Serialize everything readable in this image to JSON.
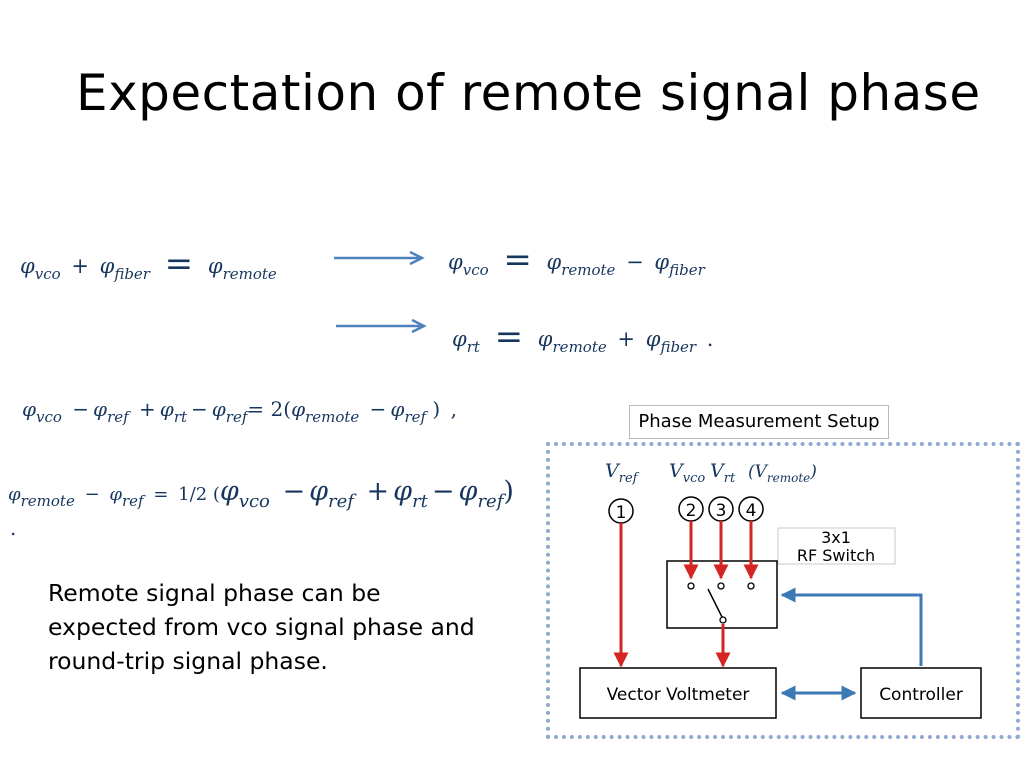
{
  "slide": {
    "title": "Expectation of remote signal phase"
  },
  "equations": {
    "eq1": {
      "vco": "vco",
      "fiber": "fiber",
      "remote": "remote",
      "phi": "φ",
      "plus": "+",
      "equals": "="
    },
    "eq2": {
      "vco": "vco",
      "remote": "remote",
      "fiber": "fiber",
      "phi": "φ",
      "minus": "−",
      "equals": "="
    },
    "eq3": {
      "rt": "rt",
      "remote": "remote",
      "fiber": "fiber",
      "phi": "φ",
      "plus": "+",
      "equals": "=",
      "end": "."
    },
    "eq4": {
      "phi": "φ",
      "vco": "vco",
      "ref": "ref",
      "rt": "rt",
      "remote": "remote",
      "minus": "−",
      "plus": "+",
      "equals": "=",
      "two": "2(",
      "close": ")",
      "end": ","
    },
    "eq5": {
      "phi": "φ",
      "remote": "remote",
      "ref": "ref",
      "vco": "vco",
      "rt": "rt",
      "minus": "−",
      "plus": "+",
      "equals": "=",
      "half": "1/2 (",
      "close": ")",
      "end": "."
    }
  },
  "text": {
    "description": "Remote signal phase can be expected from vco signal phase and round-trip signal phase."
  },
  "setup": {
    "label": "Phase Measurement Setup",
    "switch_label_line1": "3x1",
    "switch_label_line2": "RF Switch",
    "voltmeter": "Vector Voltmeter",
    "controller": "Controller",
    "port1": "1",
    "port2": "2",
    "port3": "3",
    "port4": "4",
    "v_ref_main": "V",
    "v_ref_sub": "ref",
    "v_vco_main": "V",
    "v_vco_sub": "vco",
    "v_rt_main": "V",
    "v_rt_sub": "rt",
    "v_remote_open": "(V",
    "v_remote_sub": "remote",
    "v_remote_close": ")"
  },
  "colors": {
    "equation_text": "#17365d",
    "arrow_blue": "#4f81bd",
    "signal_red": "#d42424",
    "control_blue": "#3d7ab5",
    "frame_dotted": "#8fa9d1"
  }
}
